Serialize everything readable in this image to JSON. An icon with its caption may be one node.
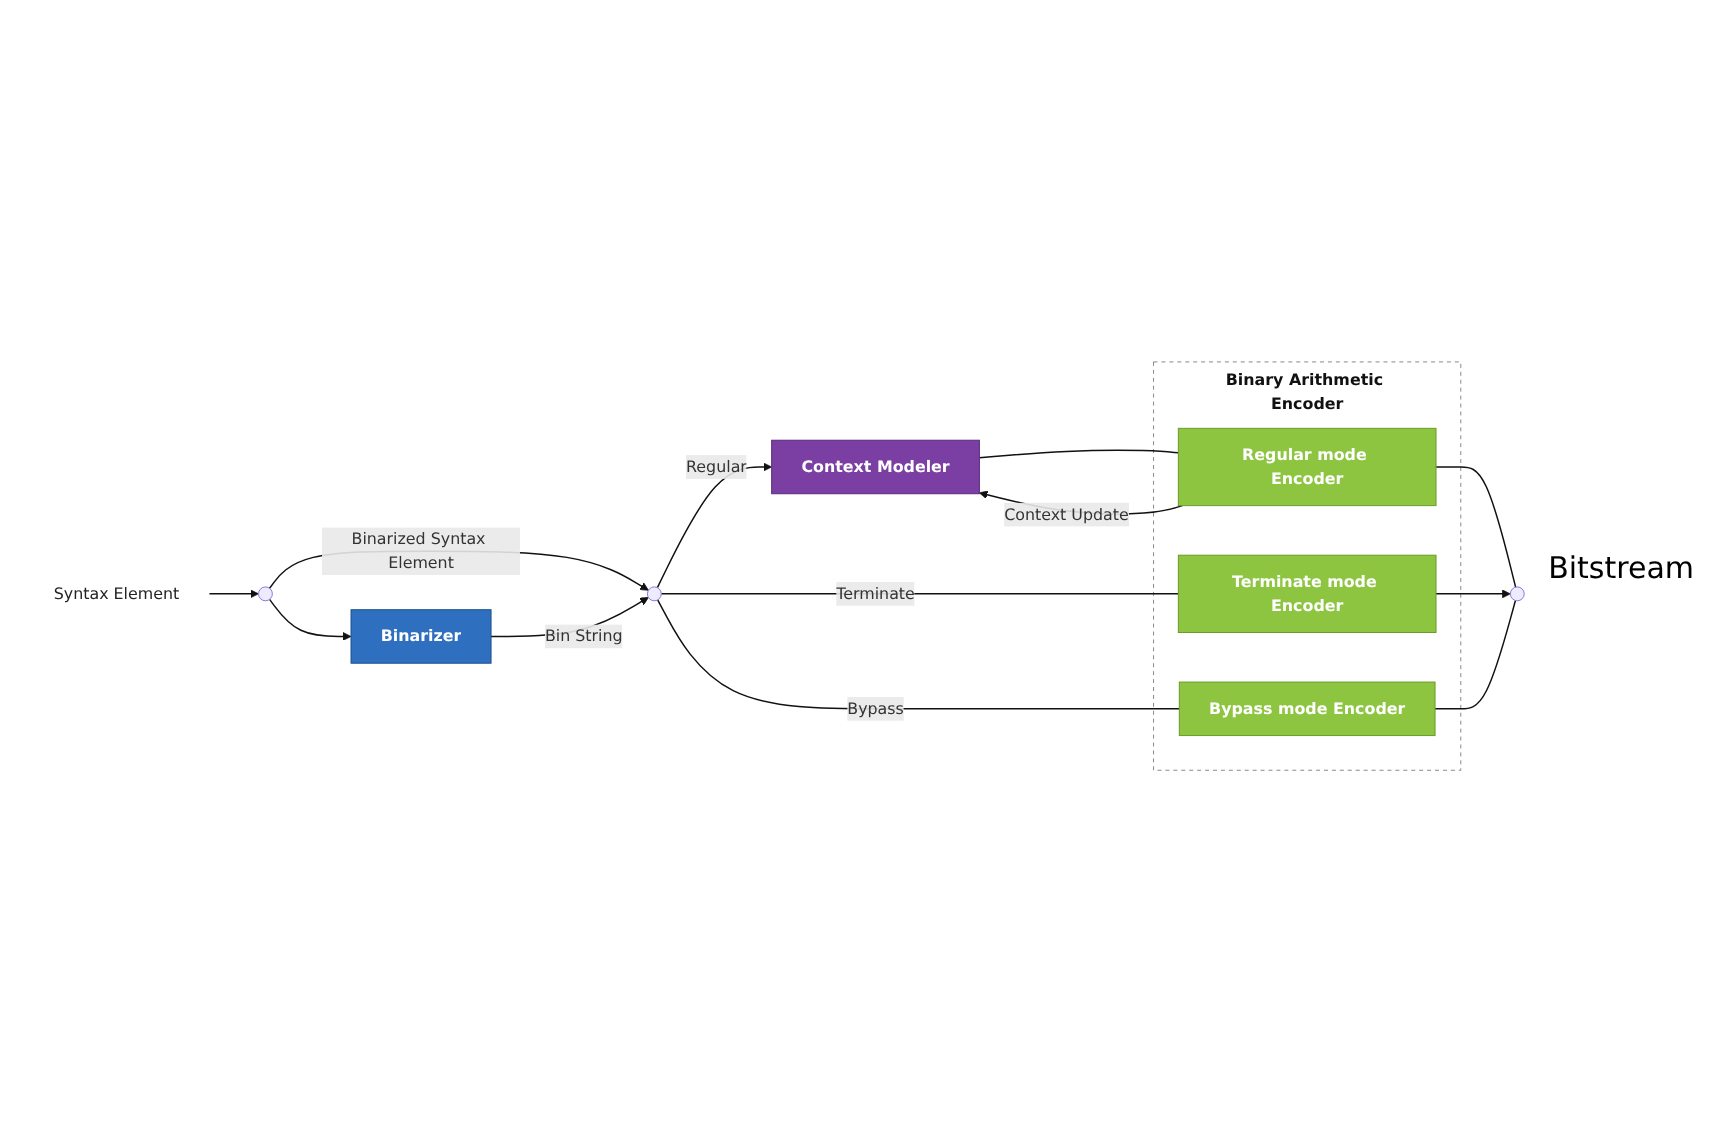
{
  "diagram": {
    "nodes": [
      {
        "text": [
          "Syntax Element"
        ]
      },
      {
        "text": [],
        "shape": "switch"
      },
      {
        "text": [
          "Binarizer"
        ]
      },
      {
        "text": [],
        "shape": "switch"
      },
      {
        "text": [
          "Context Modeler"
        ]
      },
      {
        "text": [
          "Binary Arithmetic Encoder"
        ]
      },
      {
        "text": [
          "Regular mode Encoder"
        ],
        "in": 5
      },
      {
        "text": [
          "Terminate mode Encoder"
        ],
        "in": 5
      },
      {
        "text": [
          "Bypass mode Encoder"
        ],
        "in": 5
      },
      {
        "text": [],
        "shape": "switch"
      }
    ],
    "edges": [
      {
        "from": 0,
        "to": 1,
        "arrow": "to"
      },
      {
        "from": 1,
        "to": 2,
        "arrow": "to"
      },
      {
        "from": 1,
        "to": 3,
        "label": "Binarized Syntax Element",
        "arrow": "to"
      },
      {
        "from": 2,
        "to": 3,
        "label": "Bin String",
        "arrow": "to"
      },
      {
        "from": 3,
        "to": 4,
        "label": "Regular",
        "arrow": "to"
      },
      {
        "from": 3,
        "to": 7,
        "label": "Terminate",
        "arrow": "none"
      },
      {
        "from": 3,
        "to": 8,
        "label": "Bypass",
        "arrow": "none"
      },
      {
        "from": 4,
        "to": 6,
        "arrow": "none"
      },
      {
        "from": 6,
        "to": 4,
        "label": "Context Update",
        "arrow": "to"
      },
      {
        "from": 6,
        "to": 9,
        "arrow": "none"
      },
      {
        "from": 7,
        "to": 9,
        "arrow": "to"
      },
      {
        "from": 8,
        "to": 9,
        "arrow": "none"
      }
    ],
    "labels": [
      "Bitstream"
    ]
  }
}
